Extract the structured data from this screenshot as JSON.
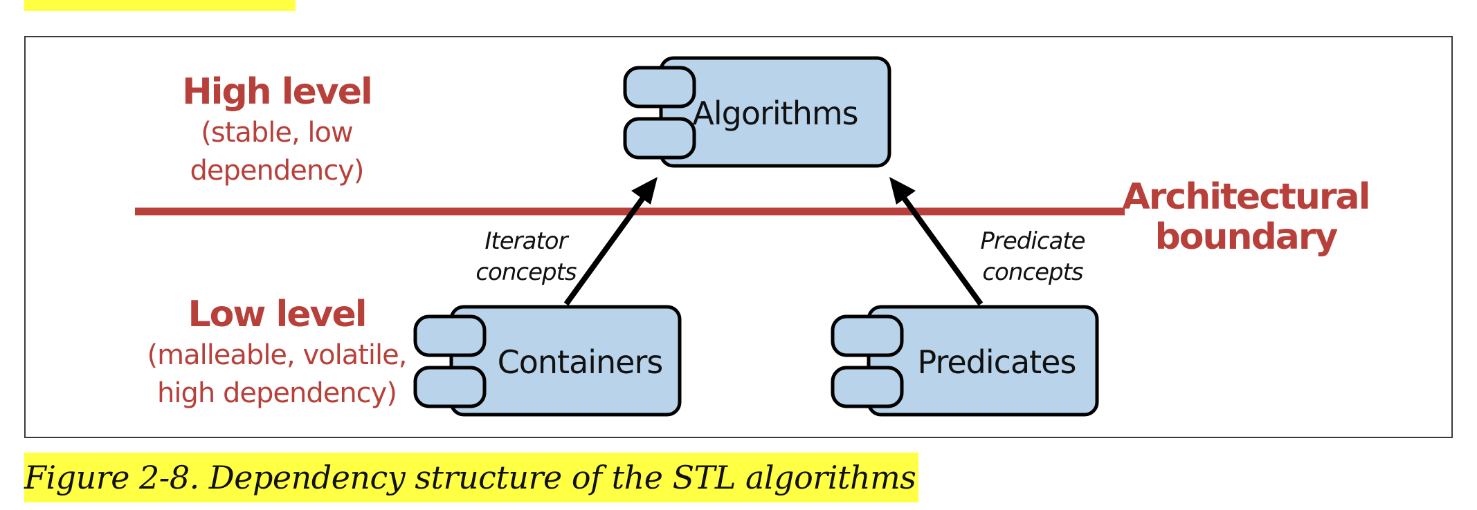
{
  "diagram": {
    "high_level": {
      "title": "High level",
      "sub_line1": "(stable, low",
      "sub_line2": "dependency)"
    },
    "low_level": {
      "title": "Low level",
      "sub_line1": "(malleable, volatile,",
      "sub_line2": "high dependency)"
    },
    "boundary": {
      "line1": "Architectural",
      "line2": "boundary"
    },
    "components": {
      "algorithms": "Algorithms",
      "containers": "Containers",
      "predicates": "Predicates"
    },
    "edges": {
      "iterator_line1": "Iterator",
      "iterator_line2": "concepts",
      "predicate_line1": "Predicate",
      "predicate_line2": "concepts"
    },
    "colors": {
      "accent_red": "#b8403a",
      "component_fill": "#b9d3ea",
      "caption_highlight": "#ffff44"
    }
  },
  "caption": {
    "text": "Figure 2-8. Dependency structure of the STL algorithms"
  }
}
